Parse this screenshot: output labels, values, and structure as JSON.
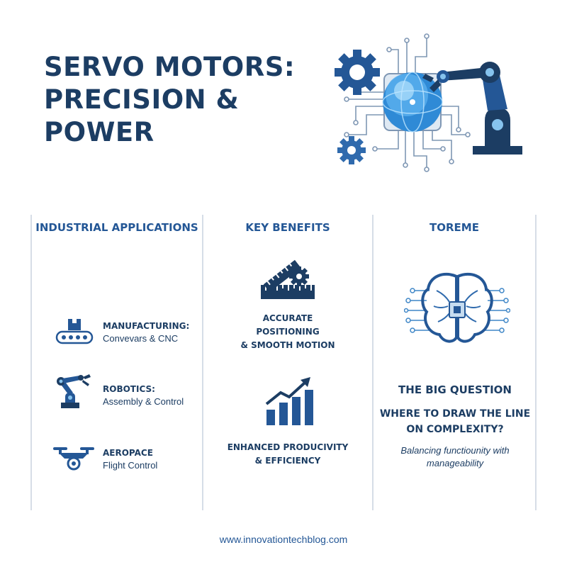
{
  "header": {
    "title_line1": "SERVO MOTORS:",
    "title_line2": "PRECISION & POWER"
  },
  "hero_icons": [
    "gear-icon",
    "circuit-chip-icon",
    "globe-icon",
    "robotic-arm-icon"
  ],
  "columns": {
    "applications": {
      "heading": "INDUSTRIAL APPLICATIONS",
      "items": [
        {
          "icon": "conveyor-icon",
          "title": "MANUFACTURING:",
          "subtitle": "Convevars & CNC"
        },
        {
          "icon": "robotic-arm-icon",
          "title": "ROBOTICS:",
          "subtitle": "Assembly & Control"
        },
        {
          "icon": "drone-icon",
          "title": "AEROPACE",
          "subtitle": "Flight Control"
        }
      ]
    },
    "benefits": {
      "heading": "KEY BENEFITS",
      "items": [
        {
          "icon": "ruler-gear-icon",
          "lines": [
            "ACCURATE",
            "POSITIONING",
            "& SMOOTH MOTION"
          ]
        },
        {
          "icon": "growth-chart-icon",
          "lines": [
            "ENHANCED PRODUCIVITY",
            "& EFFICIENCY"
          ]
        }
      ]
    },
    "question": {
      "heading": "TOREME",
      "icon": "circuit-brain-icon",
      "label": "THE BIG QUESTION",
      "question_line1": "WHERE TO DRAW THE LINE",
      "question_line2": "ON COMPLEXITY?",
      "note_line1": "Balancing functiounity with",
      "note_line2": "manageability"
    }
  },
  "footer": {
    "url": "www.innovationtechblog.com"
  },
  "colors": {
    "navy": "#1c3d63",
    "blue": "#245796",
    "accent": "#3e86c7",
    "light": "#86c3ee"
  }
}
